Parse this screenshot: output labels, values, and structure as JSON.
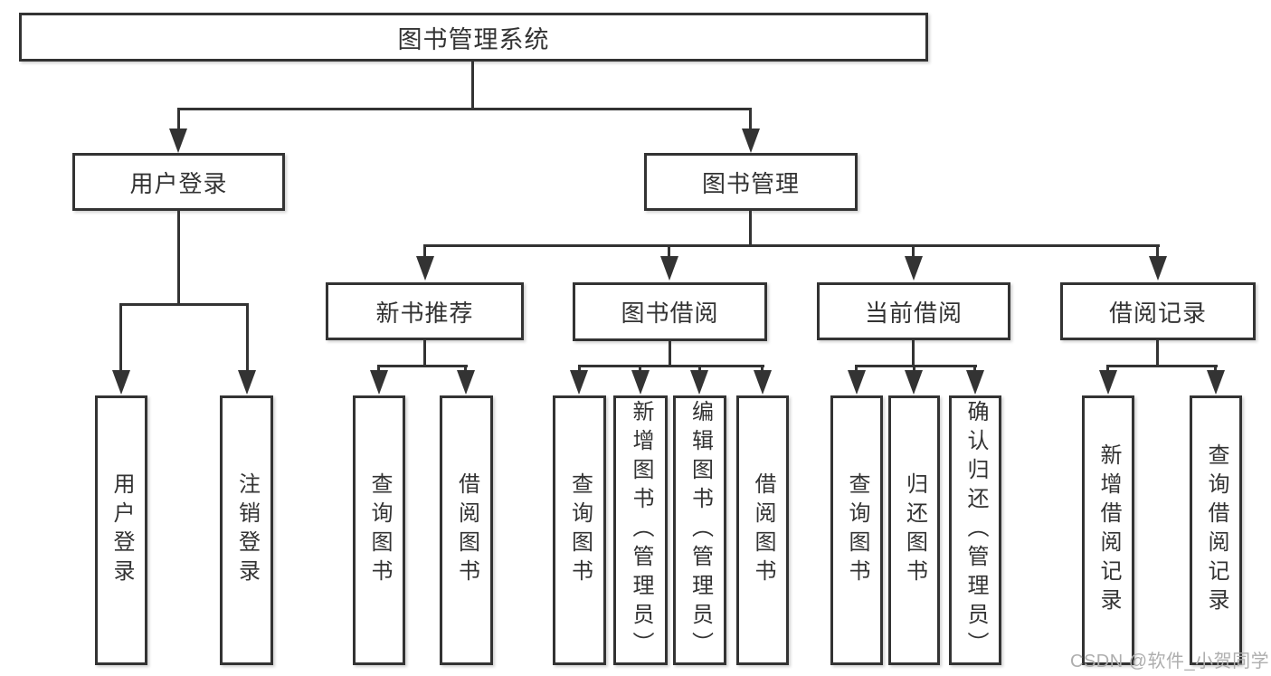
{
  "nodes": {
    "root": "图书管理系统",
    "user_login": "用户登录",
    "book_mgmt": "图书管理",
    "new_book_rec": "新书推荐",
    "book_borrow": "图书借阅",
    "current_borrow": "当前借阅",
    "borrow_record": "借阅记录",
    "leaf_user_login": "用户登录",
    "leaf_logout": "注销登录",
    "leaf_query_book_a": "查询图书",
    "leaf_borrow_book_a": "借阅图书",
    "leaf_query_book_b": "查询图书",
    "leaf_add_book": "新增图书（管理员）",
    "leaf_edit_book": "编辑图书（管理员）",
    "leaf_borrow_book_b": "借阅图书",
    "leaf_query_book_c": "查询图书",
    "leaf_return_book": "归还图书",
    "leaf_confirm_return": "确认归还（管理员）",
    "leaf_add_borrow_record": "新增借阅记录",
    "leaf_query_borrow_record": "查询借阅记录"
  },
  "colors": {
    "line": "#333333",
    "text": "#333333",
    "background": "#ffffff",
    "watermark": "#aeaeae"
  },
  "watermark": "CSDN @软件_小贺同学"
}
